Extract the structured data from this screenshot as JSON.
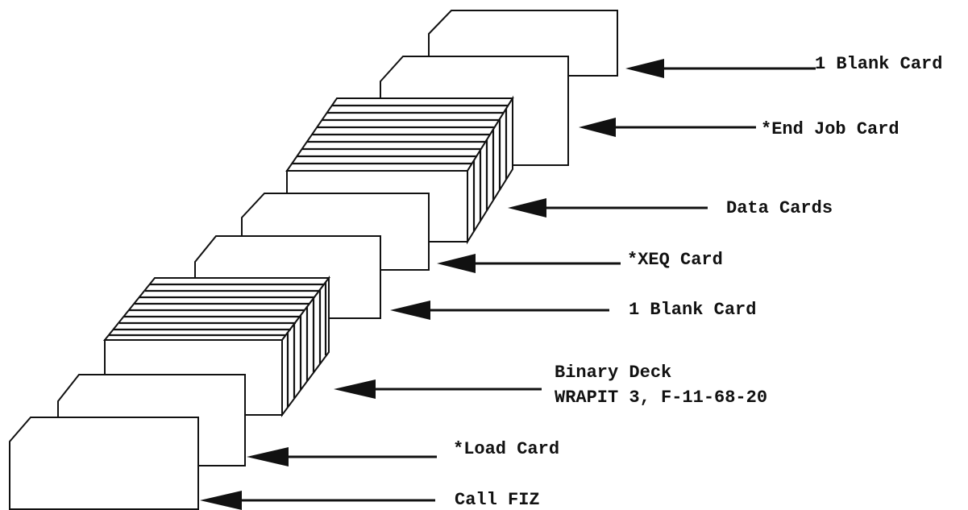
{
  "labels": {
    "blank_card_top": "1 Blank Card",
    "end_job_card": "*End Job Card",
    "data_cards": "Data Cards",
    "xeq_card": "*XEQ Card",
    "blank_card_middle": "1 Blank Card",
    "binary_deck_line1": "Binary Deck",
    "binary_deck_line2": "WRAPIT 3, F-11-68-20",
    "load_card": "*Load Card",
    "call_fiz": "Call FIZ"
  }
}
